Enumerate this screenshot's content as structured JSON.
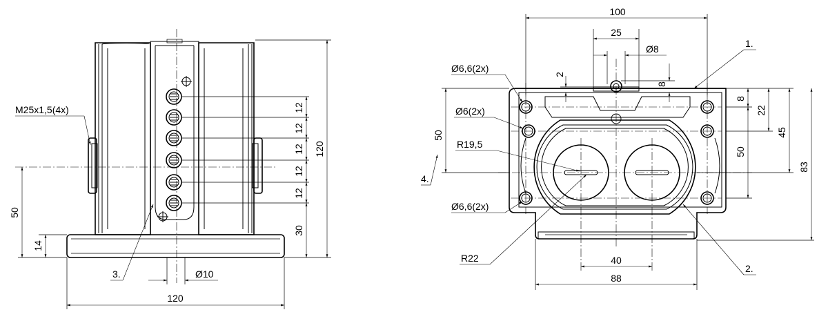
{
  "labels": {
    "thread": "M25x1,5(4x)",
    "dim_50_left": "50",
    "dim_14": "14",
    "dim_120_width": "120",
    "dim_120_height": "120",
    "dim_12": "12",
    "dim_30": "30",
    "dia_10": "Ø10",
    "ref_3": "3.",
    "dim_100": "100",
    "dim_25": "25",
    "dia_8": "Ø8",
    "dim_2": "2",
    "dim_8_top": "8",
    "ref_1": "1.",
    "dia_66_top": "Ø6,6(2x)",
    "dia_6": "Ø6(2x)",
    "r_195": "R19,5",
    "ref_4": "4.",
    "dim_50_mid": "50",
    "dia_66_bottom": "Ø6,6(2x)",
    "r_22": "R22",
    "dim_40": "40",
    "dim_88": "88",
    "ref_2": "2.",
    "dim_8_right": "8",
    "dim_22": "22",
    "dim_50_right": "50",
    "dim_45": "45",
    "dim_83": "83"
  }
}
